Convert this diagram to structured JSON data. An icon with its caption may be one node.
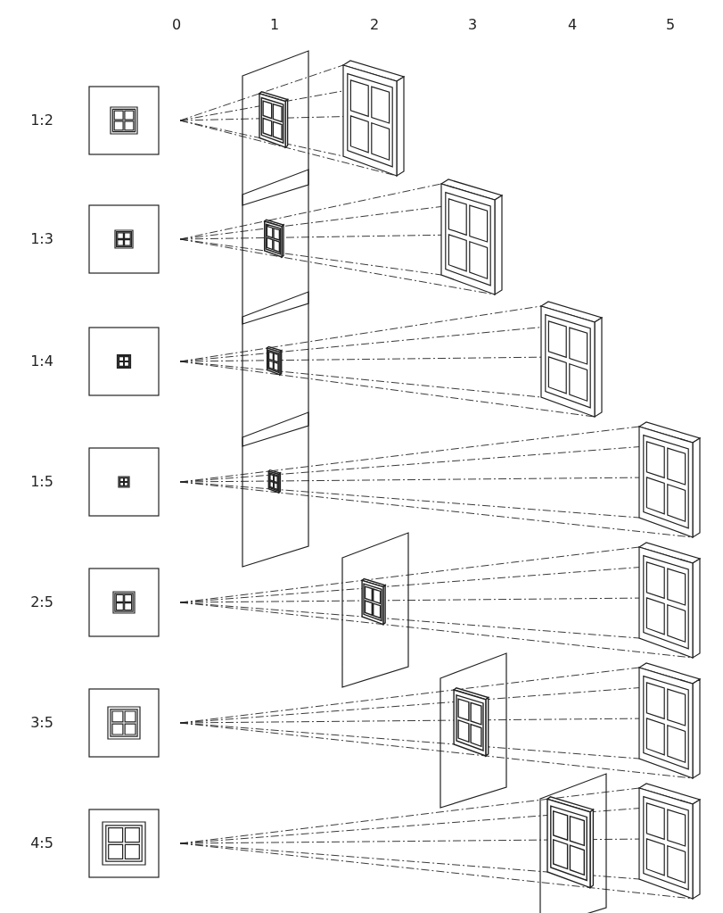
{
  "diagram": {
    "labels": [
      "0",
      "1",
      "2",
      "3",
      "4",
      "5",
      "1:2",
      "1:3",
      "1:4",
      "1:5",
      "2:5",
      "3:5",
      "4:5"
    ]
  }
}
